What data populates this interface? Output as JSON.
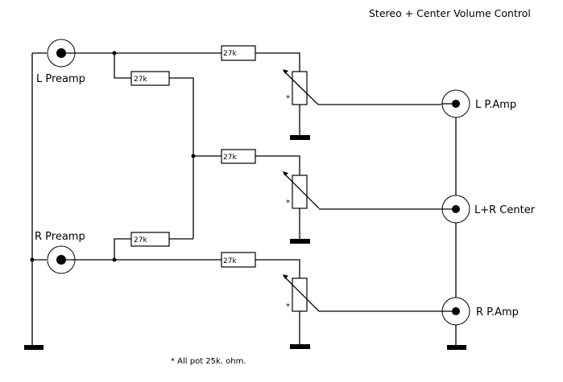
{
  "title": "Stereo + Center Volume Control",
  "footnote": "* All pot 25k. ohm.",
  "inputs": [
    {
      "id": "l-preamp",
      "label": "L Preamp"
    },
    {
      "id": "r-preamp",
      "label": "R Preamp"
    }
  ],
  "outputs": [
    {
      "id": "l-pamp",
      "label": "L P.Amp"
    },
    {
      "id": "center",
      "label": "L+R Center"
    },
    {
      "id": "r-pamp",
      "label": "R P.Amp"
    }
  ],
  "resistors": {
    "mix_left": "27k",
    "mix_right": "27k",
    "series_left": "27k",
    "series_center": "27k",
    "series_right": "27k"
  },
  "pots": {
    "marker": "*",
    "value_note": "25k"
  },
  "colors": {
    "ink": "#000000",
    "background": "#ffffff"
  }
}
